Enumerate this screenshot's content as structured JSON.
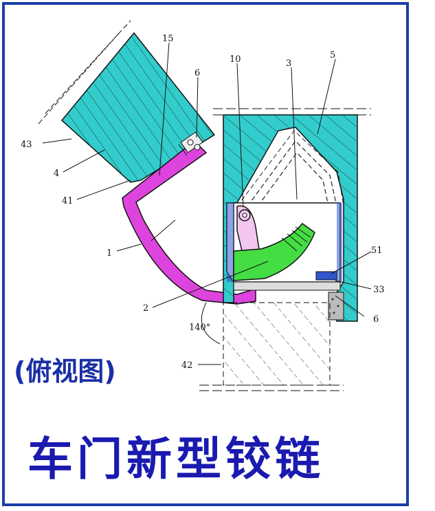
{
  "labels": {
    "l15": "15",
    "l6a": "6",
    "l10": "10",
    "l3": "3",
    "l5": "5",
    "l43": "43",
    "l4": "4",
    "l41": "41",
    "l1": "1",
    "l51": "51",
    "l33": "33",
    "l2": "2",
    "l6b": "6",
    "angle": "140°",
    "l42": "42"
  },
  "view_label": "(俯视图)",
  "title": "车门新型铰链",
  "colors": {
    "frame": "#1a3fa8",
    "cyan": "#33cccc",
    "magenta": "#dd44dd",
    "green": "#44dd44",
    "title": "#1a1ab0"
  }
}
